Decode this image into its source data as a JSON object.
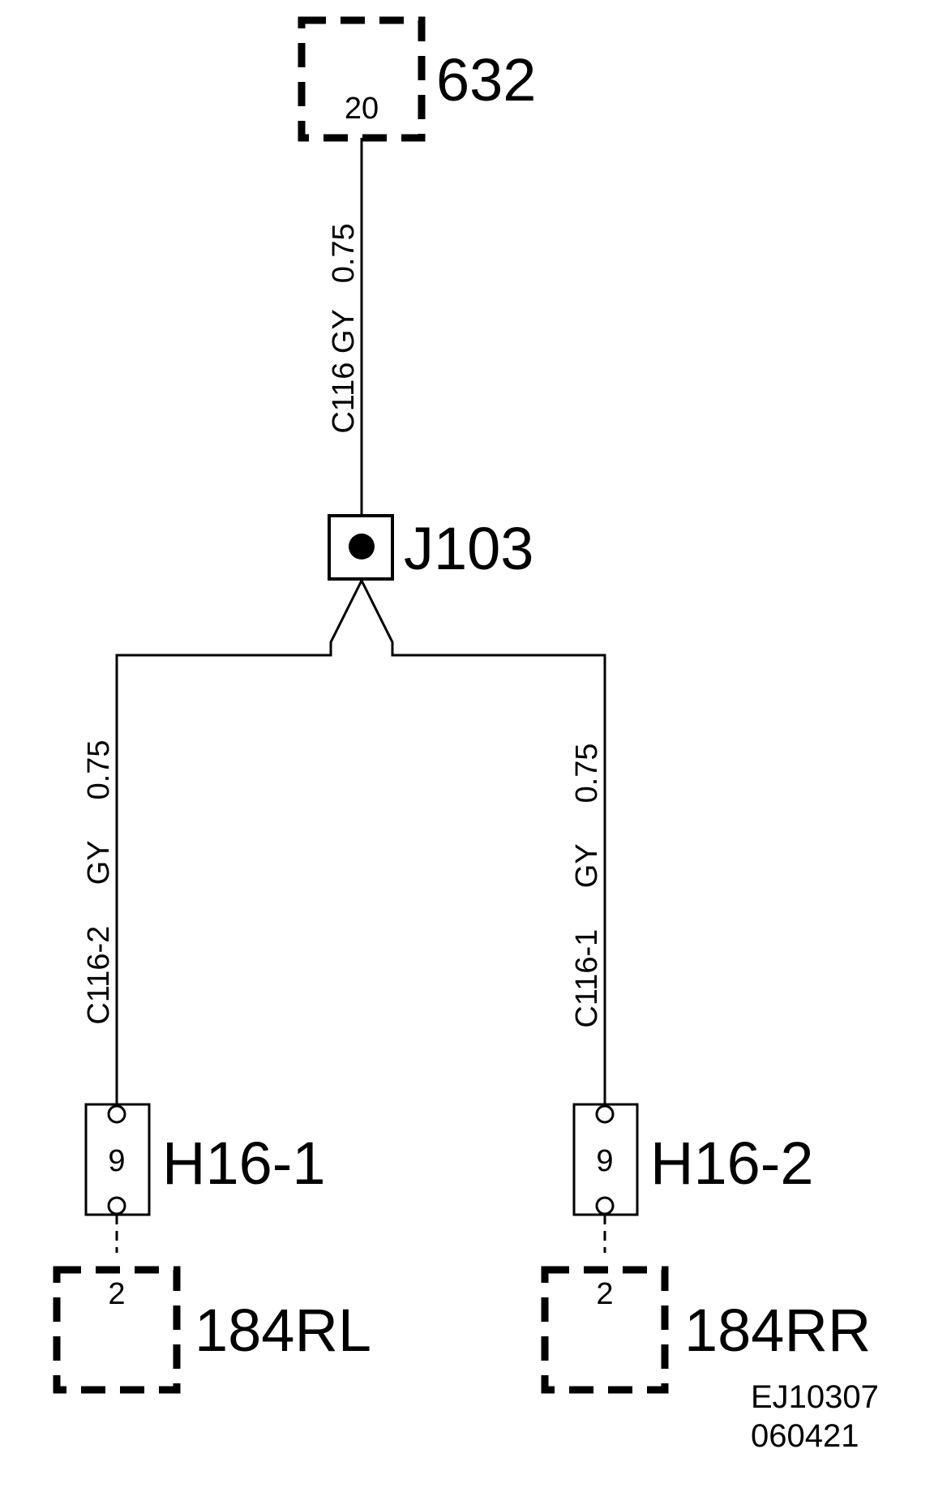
{
  "components": {
    "top_connector": {
      "label": "632",
      "pin": "20"
    },
    "splice": {
      "label": "J103"
    },
    "left_fuse": {
      "label": "H16-1",
      "pin": "9"
    },
    "right_fuse": {
      "label": "H16-2",
      "pin": "9"
    },
    "left_lamp": {
      "label": "184RL",
      "pin": "2"
    },
    "right_lamp": {
      "label": "184RR",
      "pin": "2"
    }
  },
  "wires": {
    "main": {
      "circuit": "C116",
      "color": "GY",
      "size": "0.75"
    },
    "left": {
      "circuit": "C116-2",
      "color": "GY",
      "size": "0.75"
    },
    "right": {
      "circuit": "C116-1",
      "color": "GY",
      "size": "0.75"
    }
  },
  "reference": {
    "code": "EJ10307",
    "date": "060421"
  }
}
